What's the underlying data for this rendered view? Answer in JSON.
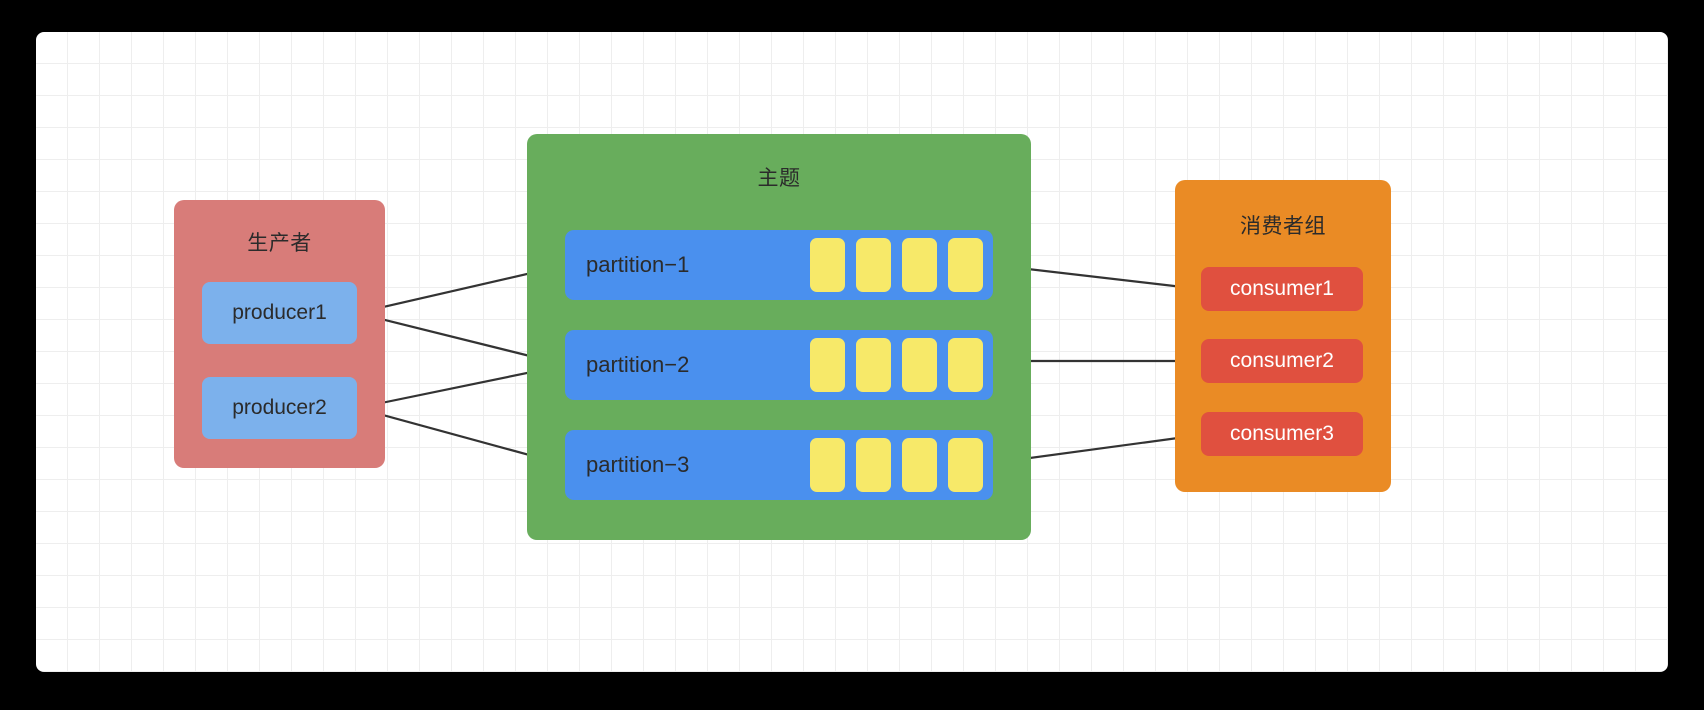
{
  "canvas": {
    "background_color": "#ffffff",
    "grid_color": "#eeeeee",
    "outer_background_color": "#000000"
  },
  "producers": {
    "title": "生产者",
    "color": "#D87C79",
    "item_color": "#7CB1EC",
    "items": [
      {
        "label": "producer1"
      },
      {
        "label": "producer2"
      }
    ]
  },
  "topic": {
    "title": "主题",
    "color": "#68AD5C",
    "partition_color": "#4A90EE",
    "message_color": "#F7E969",
    "partitions": [
      {
        "label": "partition−1",
        "messages": 4
      },
      {
        "label": "partition−2",
        "messages": 4
      },
      {
        "label": "partition−3",
        "messages": 4
      }
    ]
  },
  "consumer_group": {
    "title": "消费者组",
    "color": "#EA8B25",
    "item_color": "#E0503F",
    "items": [
      {
        "label": "consumer1"
      },
      {
        "label": "consumer2"
      },
      {
        "label": "consumer3"
      }
    ]
  },
  "connections": {
    "arrow_color": "#333333",
    "producer_to_partition": [
      {
        "from": "producer1",
        "to": "partition-1"
      },
      {
        "from": "producer1",
        "to": "partition-2"
      },
      {
        "from": "producer2",
        "to": "partition-2"
      },
      {
        "from": "producer2",
        "to": "partition-3"
      }
    ],
    "partition_to_consumer": [
      {
        "from": "partition-1",
        "to": "consumer1"
      },
      {
        "from": "partition-2",
        "to": "consumer2"
      },
      {
        "from": "partition-3",
        "to": "consumer3"
      }
    ]
  }
}
